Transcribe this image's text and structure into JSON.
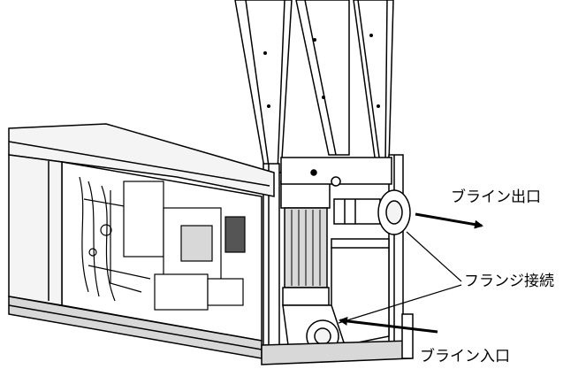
{
  "labels": {
    "brine_outlet": "ブライン出口",
    "flange_connection": "フランジ接続",
    "brine_inlet": "ブライン入口"
  },
  "colors": {
    "line": "#000000",
    "background": "#ffffff",
    "panel_fill": "#f4f4f4",
    "shade": "#d8d8d8",
    "dark": "#555555"
  }
}
